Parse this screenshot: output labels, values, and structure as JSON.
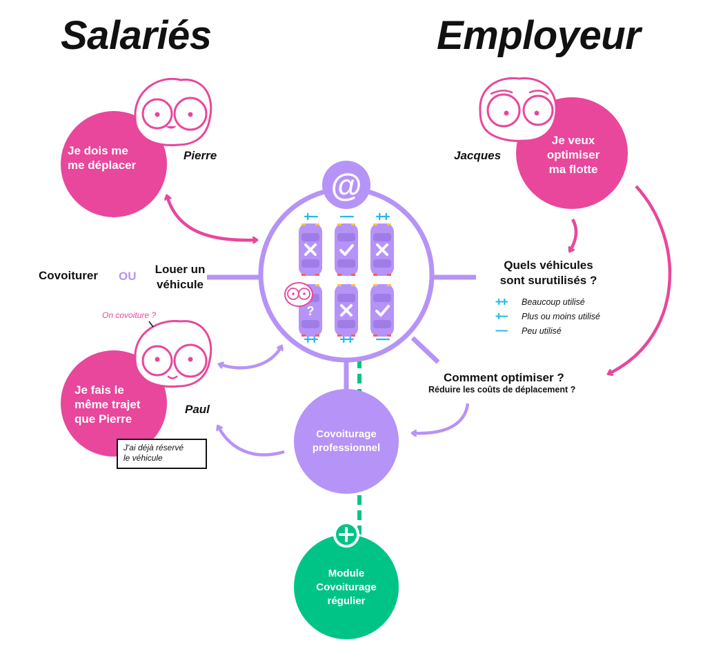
{
  "titles": {
    "left": "Salariés",
    "right": "Employeur"
  },
  "pierre": {
    "bubble": [
      "Je dois me",
      "me déplacer"
    ],
    "name": "Pierre"
  },
  "paul": {
    "bubble": [
      "Je fais le",
      "même trajet",
      "que Pierre"
    ],
    "name": "Paul",
    "thought": "On covoiture ?",
    "note": [
      "J'ai déjà réservé",
      "le véhicule"
    ]
  },
  "jacques": {
    "bubble": [
      "Je veux",
      "optimiser",
      "ma flotte"
    ],
    "name": "Jacques"
  },
  "center": {
    "at_symbol": "@",
    "top_marks": [
      "+−",
      "−−",
      "++"
    ],
    "bottom_marks": [
      "++",
      "++",
      "−−"
    ],
    "unknown_mark": "?"
  },
  "options": {
    "carpool": "Covoiturer",
    "or": "OU",
    "rent": [
      "Louer un",
      "véhicule"
    ]
  },
  "question1": {
    "text": [
      "Quels véhicules",
      "sont surutilisés ?"
    ]
  },
  "legend": [
    {
      "symbol": "++",
      "label": "Beaucoup utilisé"
    },
    {
      "symbol": "+−",
      "label": "Plus ou moins utilisé"
    },
    {
      "symbol": "−−",
      "label": "Peu utilisé"
    }
  ],
  "question2": {
    "title": "Comment optimiser ?",
    "subtitle": "Réduire les coûts de déplacement ?"
  },
  "pro": {
    "label": [
      "Covoiturage",
      "professionnel"
    ]
  },
  "module": {
    "plus": "+",
    "label": [
      "Module",
      "Covoiturage",
      "régulier"
    ]
  },
  "colors": {
    "pink": "#e8479b",
    "purple": "#b693f7",
    "green": "#00c486",
    "blue": "#22b7ea",
    "ink": "#111111"
  }
}
